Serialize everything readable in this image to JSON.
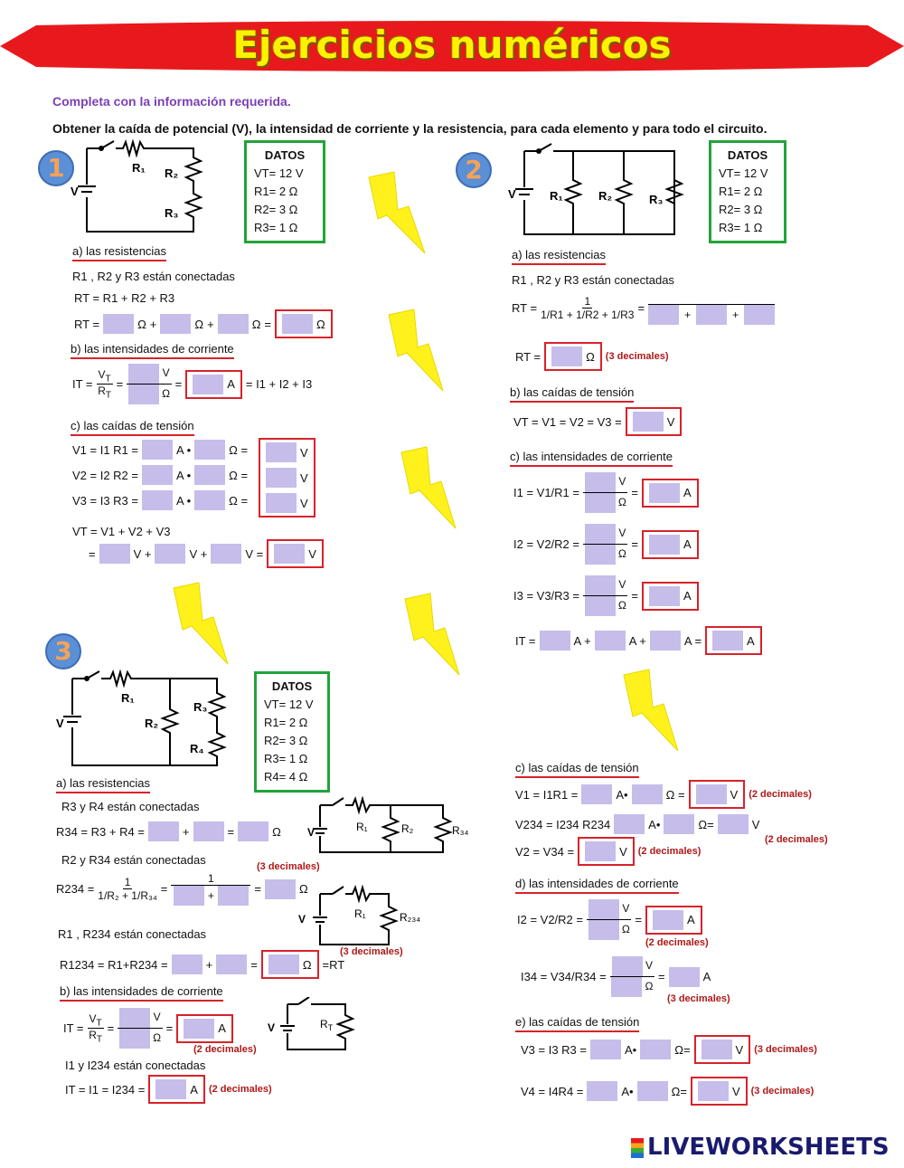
{
  "title": "Ejercicios numéricos",
  "instruction": "Completa con la información requerida.",
  "subtitle": "Obtener la caída de potencial (V), la intensidad de corriente y la resistencia, para cada elemento y para todo el circuito.",
  "colors": {
    "banner": "#e8191c",
    "title": "#fff200",
    "answer_box": "#c6bdea",
    "red_frame": "#d8222a",
    "datos_frame": "#22a33a",
    "bolt": "#fff21c"
  },
  "units": {
    "ohm": "Ω",
    "v": "V",
    "a": "A"
  },
  "ex1": {
    "number": "1",
    "datos": {
      "header": "DATOS",
      "vt": "VT= 12 V",
      "r1": "R1= 2 Ω",
      "r2": "R2= 3 Ω",
      "r3": "R3= 1 Ω"
    },
    "sec_a": "a)  las resistencias",
    "a_text": "R1 , R2 y R3 están conectadas",
    "a_formula": "RT = R1 + R2 + R3",
    "a_lhs": "RT =",
    "sec_b": "b) las intensidades de corriente",
    "b_lhs": "IT =",
    "b_frac": "VT / RT",
    "b_rhs": "= I1 + I2 + I3",
    "sec_c": "c) las caídas de tensión",
    "c_v1": "V1 = I1 R1 =",
    "c_v2": "V2 = I2 R2 =",
    "c_v3": "V3 = I3 R3 =",
    "c_vt": "VT = V1 + V2 + V3"
  },
  "ex2": {
    "number": "2",
    "datos": {
      "header": "DATOS",
      "vt": "VT= 12 V",
      "r1": "R1= 2 Ω",
      "r2": "R2= 3 Ω",
      "r3": "R3= 1 Ω"
    },
    "sec_a": "a)  las resistencias",
    "a_text": "R1 , R2 y R3 están conectadas",
    "a_lhs": "RT =",
    "a_one": "1",
    "a_den": "1/R1 + 1/R2 + 1/R3",
    "rt_lhs": "RT =",
    "rt_dec": "(3 decimales)",
    "sec_b": "b) las caídas de tensión",
    "b_eq": "VT = V1 = V2 = V3 =",
    "sec_c": "c) las intensidades de corriente",
    "c_i1": "I1 = V1/R1 =",
    "c_i2": "I2 = V2/R2 =",
    "c_i3": "I3 = V3/R3 =",
    "c_it": "IT =",
    "sec_c2": "c) las caídas de tensión",
    "c2_v1": "V1 = I1R1 =",
    "c2_v1_dec": "(2 decimales)",
    "c2_v234": "V234 = I234 R234",
    "c2_v234_dec": "(2 decimales)",
    "c2_v2": "V2 = V34 =",
    "c2_v2_dec": "(2 decimales)",
    "sec_d": "d) las intensidades de corriente",
    "d_i2": "I2 = V2/R2 =",
    "d_i2_dec": "(2 decimales)",
    "d_i34": "I34 = V34/R34 =",
    "d_i34_dec": "(3 decimales)",
    "sec_e": "e) las caídas de tensión",
    "e_v3": "V3 = I3 R3 =",
    "e_v3_dec": "(3 decimales)",
    "e_v4": "V4 = I4R4 =",
    "e_v4_dec": "(3 decimales)"
  },
  "ex3": {
    "number": "3",
    "datos": {
      "header": "DATOS",
      "vt": "VT= 12 V",
      "r1": "R1= 2 Ω",
      "r2": "R2= 3 Ω",
      "r3": "R3= 1 Ω",
      "r4": "R4= 4 Ω"
    },
    "sec_a": "a)  las resistencias",
    "a_t1": "R3 y R4 están conectadas",
    "a_r34": "R34 = R3 + R4 =",
    "a_t2": "R2 y R34 están conectadas",
    "a_r234": "R234 =",
    "a_r234_dec": "(3 decimales)",
    "a_t3": "R1 , R234 están conectadas",
    "a_r1234": "R1234 = R1+R234 =",
    "a_r1234_dec": "(3 decimales)",
    "a_eq_rt": "=RT",
    "sec_b": "b) las intensidades de corriente",
    "b_it": "IT =",
    "b_frac": "VT / RT",
    "b_dec": "(2 decimales)",
    "b_t": "I1 y I234 están conectadas",
    "b_it2": "IT = I1 = I234 =",
    "b_dec2": "(2 decimales)"
  },
  "circuit_labels": {
    "v": "V",
    "r1": "R1",
    "r2": "R2",
    "r3": "R3",
    "r4": "R4",
    "r34": "R34",
    "r234": "R234",
    "rt": "RT"
  },
  "logo": "LIVEWORKSHEETS"
}
